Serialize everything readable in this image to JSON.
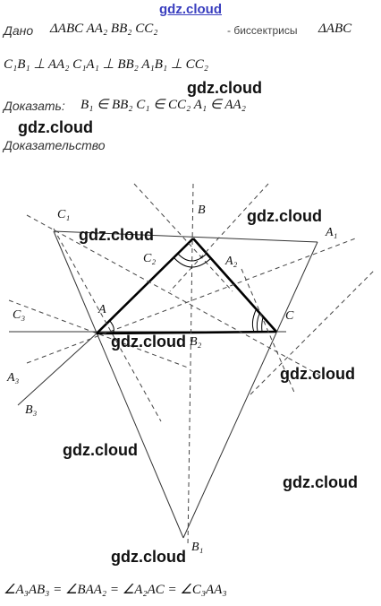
{
  "header": {
    "site": "gdz.cloud"
  },
  "given": {
    "label": "Дано",
    "statement": "ΔABC  AA₂  BB₂  CC₂",
    "note": "- биссектрисы",
    "triangle": "ΔABC",
    "perpendiculars": "C₁B₁ ⊥ AA₂   C₁A₁ ⊥ BB₂   A₁B₁ ⊥ CC₂"
  },
  "prove": {
    "label": "Доказать:",
    "statement": "B₁ ∈ BB₂   C₁ ∈ CC₂   A₁ ∈ AA₂"
  },
  "proof": {
    "label": "Доказательство"
  },
  "conclusion": "∠A₃AB₃ = ∠BAA₂ = ∠A₂AC = ∠C₃AA₃",
  "watermarks": [
    "gdz.cloud",
    "gdz.cloud",
    "gdz.cloud",
    "gdz.cloud",
    "gdz.cloud",
    "gdz.cloud",
    "gdz.cloud",
    "gdz.cloud",
    "gdz.cloud"
  ],
  "figure": {
    "points": {
      "A": "A",
      "B": "B",
      "C": "C",
      "A1": "A₁",
      "B1": "B₁",
      "C1": "C₁",
      "A2": "A₂",
      "B2": "B₂",
      "C2": "C₂",
      "A3": "A₃",
      "B3": "B₃",
      "C3": "C₃"
    }
  }
}
